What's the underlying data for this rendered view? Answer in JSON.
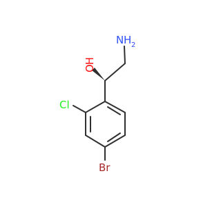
{
  "molecule": {
    "atoms": {
      "nh2": {
        "symbol": "N",
        "subscript": "H",
        "count": "2",
        "color": "#3050F8"
      },
      "oh": {
        "symbol": "O",
        "subscript": "H",
        "color": "#FF0D0D"
      },
      "cl": {
        "symbol": "Cl",
        "color": "#1FF01F"
      },
      "br": {
        "symbol": "Br",
        "color": "#A62929"
      }
    },
    "colors": {
      "bond": "#303030",
      "carbon": "#303030"
    }
  }
}
